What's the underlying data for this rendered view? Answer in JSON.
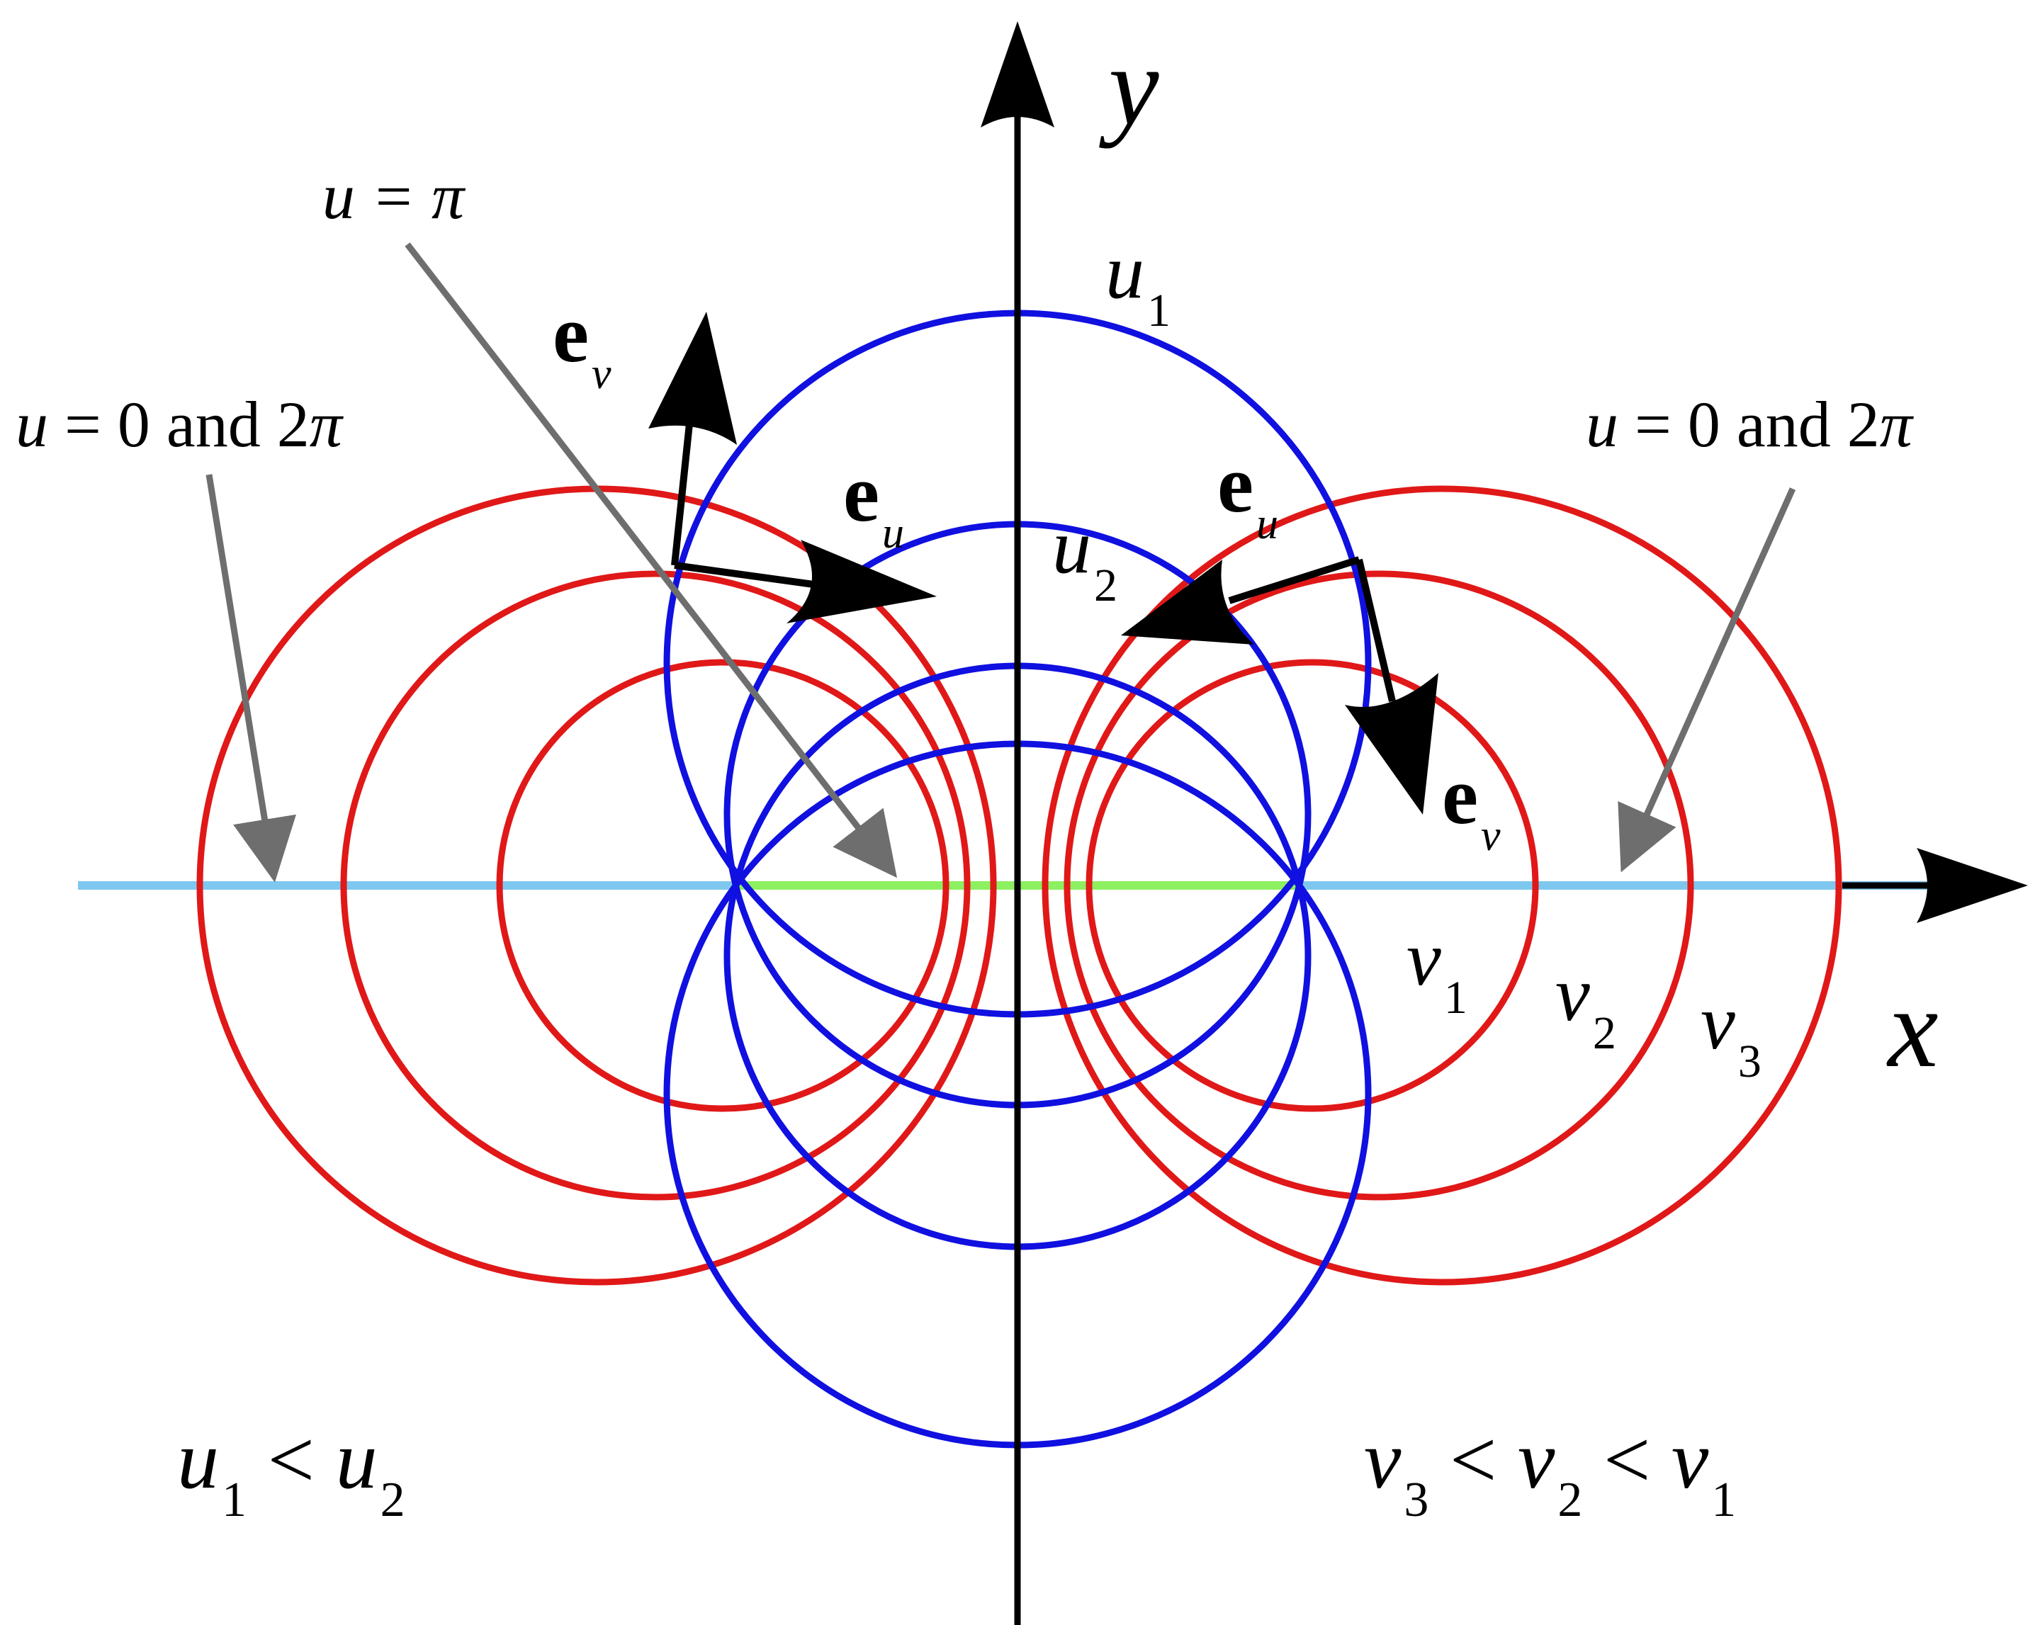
{
  "colors": {
    "u_circles": "#1010e0",
    "v_circles": "#e01818",
    "x_axis_outer": "#7ec8f0",
    "x_axis_inner": "#8cf060",
    "axes": "#000000",
    "annotation_arrows": "#6e6e6e",
    "basis_vectors": "#000000"
  },
  "axes": {
    "x_label": "x",
    "y_label": "y"
  },
  "u_curves": {
    "u1": {
      "name": "u",
      "sub": "1"
    },
    "u2": {
      "name": "u",
      "sub": "2"
    }
  },
  "v_curves": {
    "v1": {
      "name": "v",
      "sub": "1"
    },
    "v2": {
      "name": "v",
      "sub": "2"
    },
    "v3": {
      "name": "v",
      "sub": "3"
    }
  },
  "annotations": {
    "u_pi": "u = π",
    "u_zero_left_u": "u",
    "u_zero_left_rest": " = 0 and 2",
    "u_zero_left_pi": "π",
    "u_zero_right_u": "u",
    "u_zero_right_rest": " = 0 and 2",
    "u_zero_right_pi": "π"
  },
  "basis_vectors": {
    "left": {
      "ev_bold": "e",
      "ev_sub": "v",
      "eu_bold": "e",
      "eu_sub": "u"
    },
    "right": {
      "eu_bold": "e",
      "eu_sub": "u",
      "ev_bold": "e",
      "ev_sub": "v"
    }
  },
  "inequalities": {
    "u_order": {
      "a": "u",
      "a_sub": "1",
      "op": " < ",
      "b": "u",
      "b_sub": "2"
    },
    "v_order": {
      "a": "v",
      "a_sub": "3",
      "op1": " < ",
      "b": "v",
      "b_sub": "2",
      "op2": " < ",
      "c": "v",
      "c_sub": "1"
    }
  }
}
